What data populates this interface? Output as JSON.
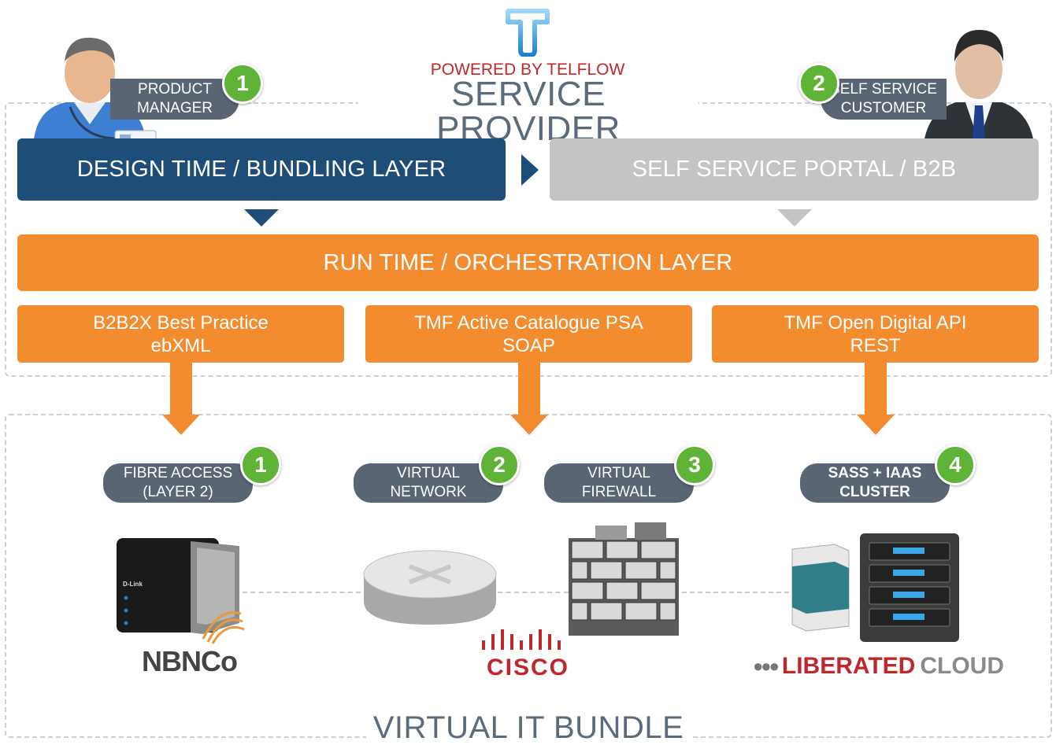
{
  "header": {
    "powered_by": "POWERED BY TELFLOW",
    "top_title": "SERVICE PROVIDER",
    "bottom_title": "VIRTUAL IT BUNDLE"
  },
  "actors": {
    "product_manager": {
      "badge": "1",
      "line1": "PRODUCT",
      "line2": "MANAGER"
    },
    "customer": {
      "badge": "2",
      "line1": "SELF SERVICE",
      "line2": "CUSTOMER"
    }
  },
  "layers": {
    "design": "DESIGN TIME / BUNDLING LAYER",
    "portal": "SELF SERVICE PORTAL / B2B",
    "runtime": "RUN TIME / ORCHESTRATION LAYER"
  },
  "interfaces": [
    {
      "line1": "B2B2X Best Practice",
      "line2": "ebXML"
    },
    {
      "line1": "TMF Active Catalogue PSA",
      "line2": "SOAP"
    },
    {
      "line1": "TMF Open Digital API",
      "line2": "REST"
    }
  ],
  "components": [
    {
      "badge": "1",
      "line1": "FIBRE ACCESS",
      "line2": "(LAYER 2)"
    },
    {
      "badge": "2",
      "line1": "VIRTUAL",
      "line2": "NETWORK"
    },
    {
      "badge": "3",
      "line1": "VIRTUAL",
      "line2": "FIREWALL"
    },
    {
      "badge": "4",
      "line1": "SASS + IAAS",
      "line2": "CLUSTER"
    }
  ],
  "logos": {
    "nbn": "NBNCo",
    "device_brand": "D-Link",
    "cisco": "CISCO",
    "liberated_1": "LIBERATED",
    "liberated_2": "CLOUD"
  },
  "colors": {
    "navy": "#1e4d78",
    "orange": "#f28c2e",
    "grey": "#c4c4c4",
    "pill": "#5a6573",
    "badge_green": "#5fb336",
    "telflow_red": "#c0272d"
  },
  "icons": [
    "telflow-logo-icon",
    "product-manager-avatar-icon",
    "customer-avatar-icon",
    "router-device-icon",
    "cisco-router-icon",
    "firewall-icon",
    "server-rack-icon"
  ]
}
